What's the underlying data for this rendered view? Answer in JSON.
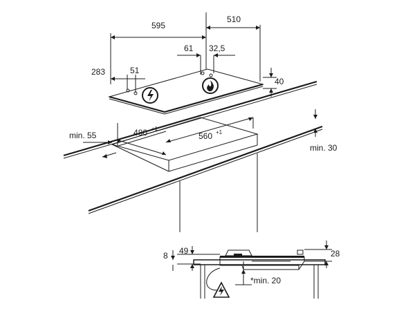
{
  "dimensions": {
    "width_595": "595",
    "depth_510": "510",
    "offset_61": "61",
    "offset_32_5": "32,5",
    "offset_283": "283",
    "offset_51": "51",
    "height_40": "40",
    "cutout_480": "480",
    "cutout_480_tol": "+1",
    "cutout_560": "560",
    "cutout_560_tol": "+1",
    "min_55": "min. 55",
    "min_30": "min. 30",
    "side_49": "49",
    "side_8": "8",
    "side_28": "28",
    "side_min_20": "*min. 20"
  },
  "icons": {
    "electric": "electric-hazard-icon",
    "gas": "gas-flame-icon",
    "warning": "electrical-warning-icon"
  },
  "colors": {
    "line": "#1a1a1a",
    "background": "#ffffff"
  }
}
